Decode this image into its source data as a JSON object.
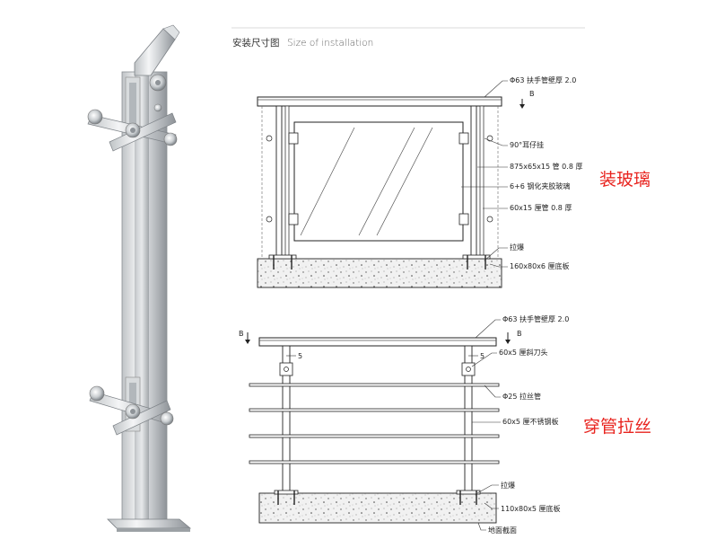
{
  "header": {
    "title_cn": "安装尺寸图",
    "title_en": "Size of installation"
  },
  "top_diagram": {
    "caption": "装玻璃",
    "section_mark": "B",
    "callouts": [
      "Φ63 扶手管壁厚 2.0",
      "90°耳仔挂",
      "875x65x15 管 0.8 厚",
      "6+6 钢化夹胶玻璃",
      "60x15 厘管 0.8 厚",
      "拉爆",
      "160x80x6 厘底板"
    ]
  },
  "bottom_diagram": {
    "caption": "穿管拉丝",
    "section_mark_left": "B",
    "section_mark_right": "B",
    "dim_left": "5",
    "dim_right": "5",
    "callouts": [
      "Φ63 扶手管壁厚 2.0",
      "60x5 厘斜刀头",
      "Φ25 拉丝管",
      "60x5 厘不锈钢板",
      "拉爆",
      "110x80x5 厘底板",
      "地面截面"
    ]
  }
}
